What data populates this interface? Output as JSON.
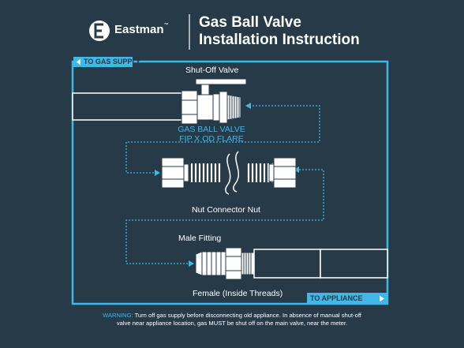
{
  "brand": {
    "name": "Eastman",
    "trademark": "™",
    "logo_letter": "E"
  },
  "title": {
    "line1": "Gas Ball Valve",
    "line2": "Installation Instruction"
  },
  "tags": {
    "gas_supply": "TO GAS SUPPLY",
    "appliance": "TO APPLIANCE"
  },
  "labels": {
    "shutoff_valve": "Shut-Off Valve",
    "valve_name_1": "GAS BALL VALVE",
    "valve_name_2": "FIP X OD FLARE",
    "nut_connector": "Nut Connector Nut",
    "male_fitting": "Male Fitting",
    "female_threads": "Female (Inside Threads)"
  },
  "warning": {
    "prefix": "WARNING:",
    "line1": " Turn off gas supply before disconnecting old appliance. In absence of manual shut-off",
    "line2": "valve near appliance location, gas MUST be shut off on the main valve, near the meter."
  },
  "colors": {
    "background": "#263a48",
    "accent": "#3fb8e8",
    "text": "#ffffff",
    "part_fill": "#ffffff",
    "part_stroke": "#263a48"
  }
}
